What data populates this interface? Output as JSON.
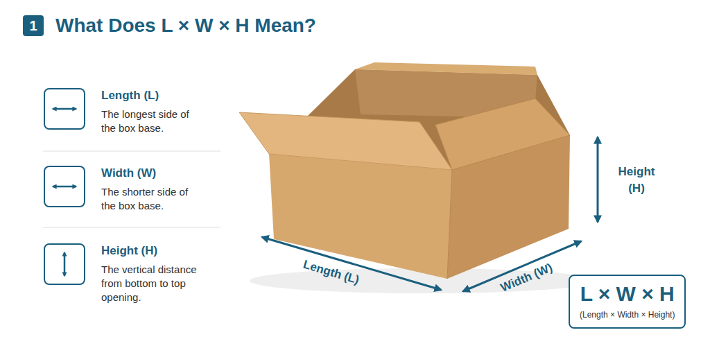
{
  "diagram": {
    "title": "What Does L × W × H Mean?",
    "nodes": [
      {
        "text": [
          "1"
        ]
      },
      {
        "text": [
          "L × W × H",
          "(Length × Width × Height)"
        ]
      }
    ],
    "labels": [
      "Length (L)",
      "The longest side of the box base.",
      "Width (W)",
      "The shorter side of the box base.",
      "Height (H)",
      "The vertical distance from bottom to top opening.",
      "Length (L)",
      "Width (W)",
      "Height (H)"
    ]
  }
}
